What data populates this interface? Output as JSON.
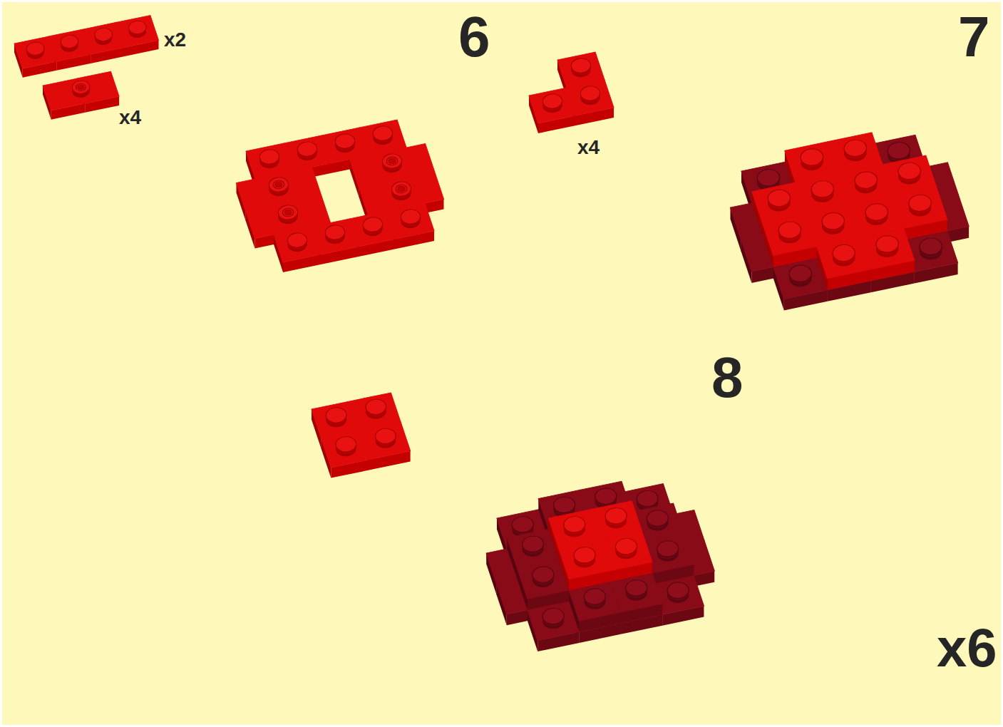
{
  "diagram": {
    "labels": [
      "x2",
      "6",
      "7",
      "x4",
      "x4",
      "8",
      "x6"
    ]
  }
}
